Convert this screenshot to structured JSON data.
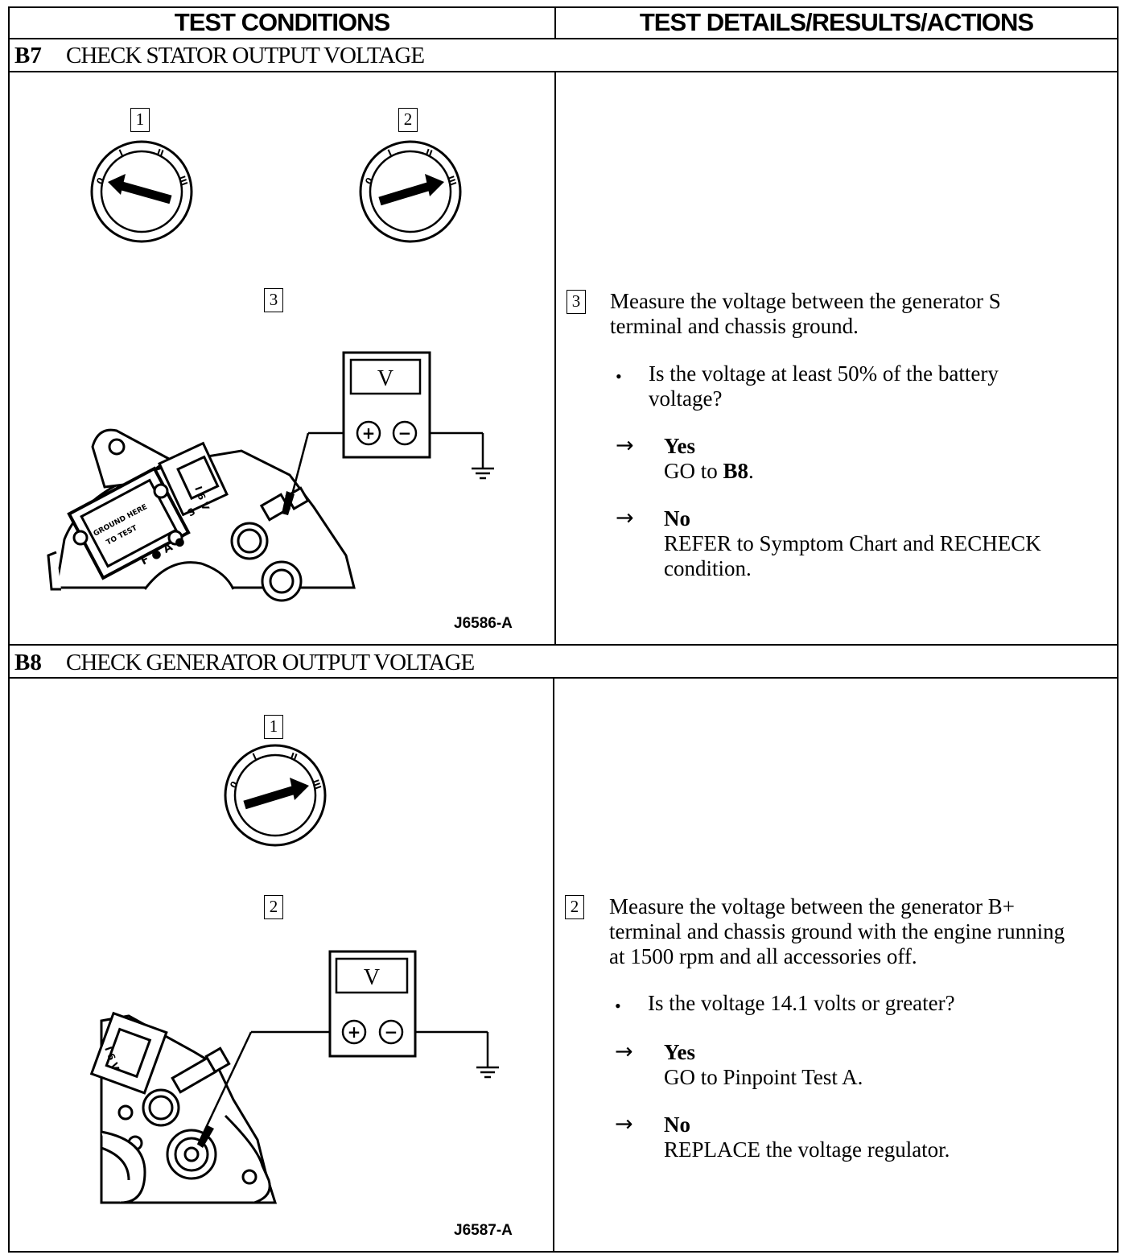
{
  "header": {
    "left": "TEST CONDITIONS",
    "right": "TEST DETAILS/RESULTS/ACTIONS"
  },
  "b7": {
    "id": "B7",
    "title": "CHECK STATOR OUTPUT VOLTAGE",
    "callouts": [
      "1",
      "2",
      "3"
    ],
    "meter_label": "V",
    "regulator_text": "GROUND HERE TO TEST",
    "figure_id": "J6586-A",
    "step_num": "3",
    "step_text": "Measure the voltage between the generator S terminal and chassis ground.",
    "question": "Is the voltage at least 50% of the battery voltage?",
    "yes_label": "Yes",
    "yes_action_prefix": "GO to ",
    "yes_action_bold": "B8",
    "yes_action_suffix": ".",
    "no_label": "No",
    "no_action": "REFER to Symptom Chart and RECHECK condition."
  },
  "b8": {
    "id": "B8",
    "title": "CHECK GENERATOR OUTPUT VOLTAGE",
    "callouts": [
      "1",
      "2"
    ],
    "meter_label": "V",
    "figure_id": "J6587-A",
    "step_num": "2",
    "step_text": "Measure the voltage between the generator B+ terminal and chassis ground with the engine running at 1500 rpm and all accessories off.",
    "question": "Is the voltage 14.1 volts or greater?",
    "yes_label": "Yes",
    "yes_action": "GO to Pinpoint Test A.",
    "no_label": "No",
    "no_action": "REPLACE the voltage regulator."
  },
  "symbols": {
    "arrow": "→",
    "bullet": "•",
    "plus": "+",
    "minus": "−"
  },
  "icons": [
    "ignition-switch-icon",
    "voltmeter-icon",
    "ground-symbol-icon",
    "generator-icon",
    "probe-icon"
  ]
}
